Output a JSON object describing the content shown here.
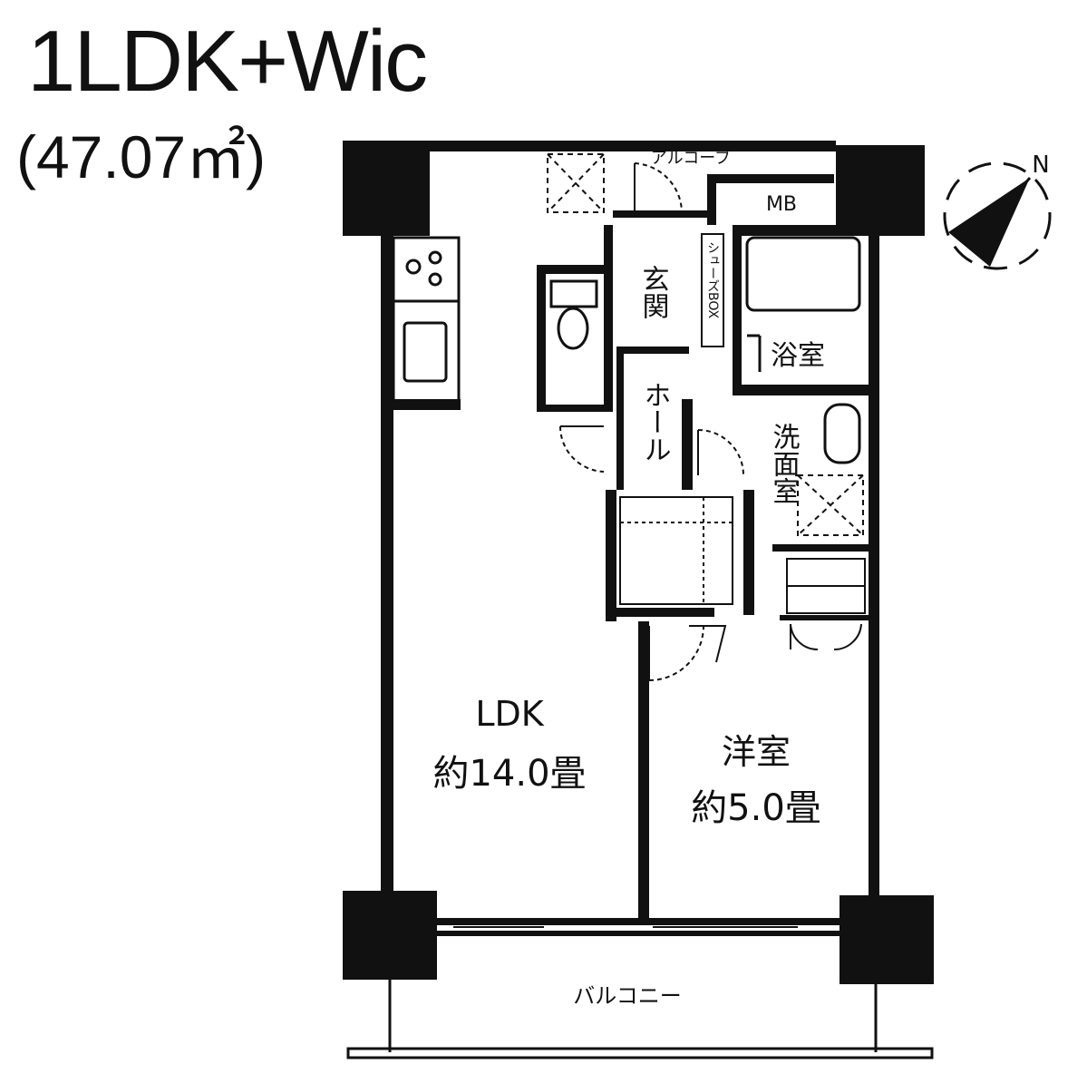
{
  "header": {
    "layout_type": "1LDK+Wic",
    "area": "(47.07㎡)"
  },
  "rooms": {
    "ldk": {
      "name": "LDK",
      "size": "約14.0畳"
    },
    "western": {
      "name": "洋室",
      "size": "約5.0畳"
    },
    "bath": {
      "name": "浴室"
    },
    "washroom": {
      "name": "洗面室"
    },
    "entrance": {
      "name": "玄関"
    },
    "hall": {
      "name": "ホール"
    },
    "alcove": {
      "name": "アルコーブ"
    },
    "balcony": {
      "name": "バルコニー"
    },
    "shoebox": {
      "name": "シューズBOX"
    }
  },
  "fixtures": {
    "meter_box": "MB"
  },
  "compass": {
    "north_label": "N"
  },
  "colors": {
    "wall": "#111111",
    "background": "#ffffff"
  }
}
